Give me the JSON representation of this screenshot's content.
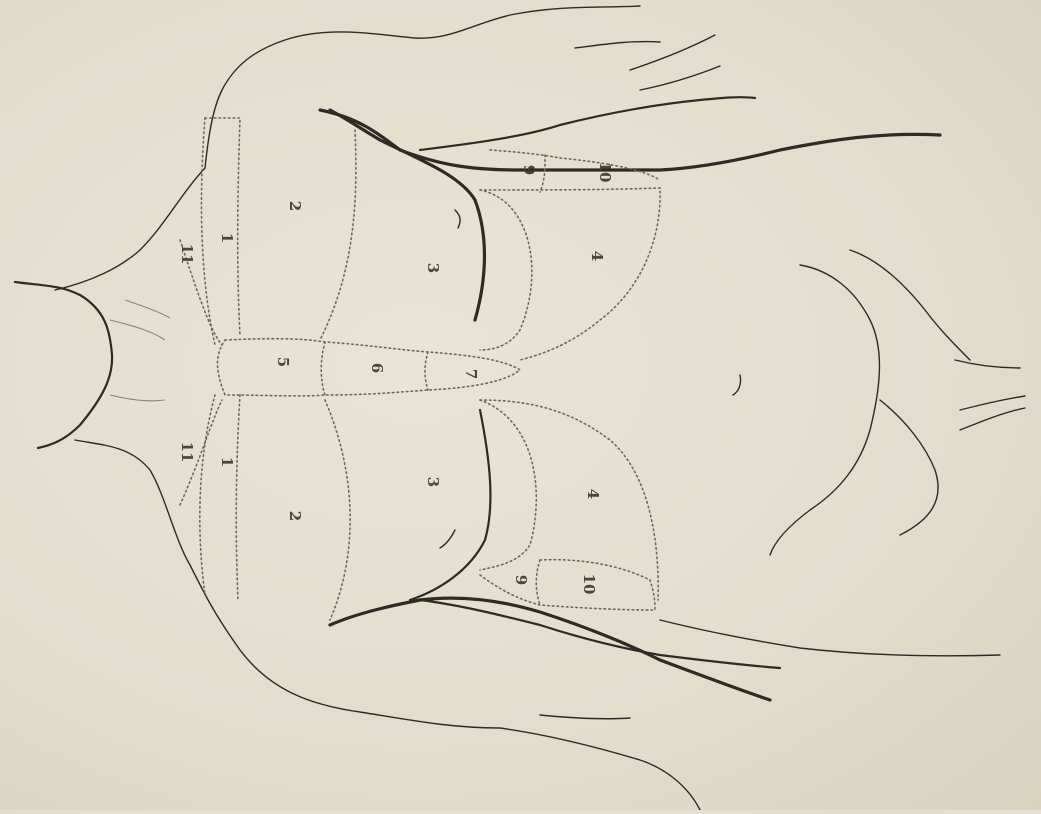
{
  "plate": {
    "paper_color": "#e4dfd0",
    "ink_color": "#2f2b24",
    "dotted_color": "#6d675a",
    "region_numbers": [
      {
        "id": "1-upper",
        "text": "1"
      },
      {
        "id": "1-lower",
        "text": "1"
      },
      {
        "id": "2-upper",
        "text": "2"
      },
      {
        "id": "2-lower",
        "text": "2"
      },
      {
        "id": "3-upper",
        "text": "3"
      },
      {
        "id": "3-lower",
        "text": "3"
      },
      {
        "id": "4-upper",
        "text": "4"
      },
      {
        "id": "4-lower",
        "text": "4"
      },
      {
        "id": "5",
        "text": "5"
      },
      {
        "id": "6",
        "text": "6"
      },
      {
        "id": "7",
        "text": "7"
      },
      {
        "id": "9-upper",
        "text": "9"
      },
      {
        "id": "9-lower",
        "text": "9"
      },
      {
        "id": "10-upper",
        "text": "10"
      },
      {
        "id": "10-lower",
        "text": "10"
      },
      {
        "id": "11-upper",
        "text": "11"
      },
      {
        "id": "11-lower",
        "text": "11"
      }
    ]
  }
}
